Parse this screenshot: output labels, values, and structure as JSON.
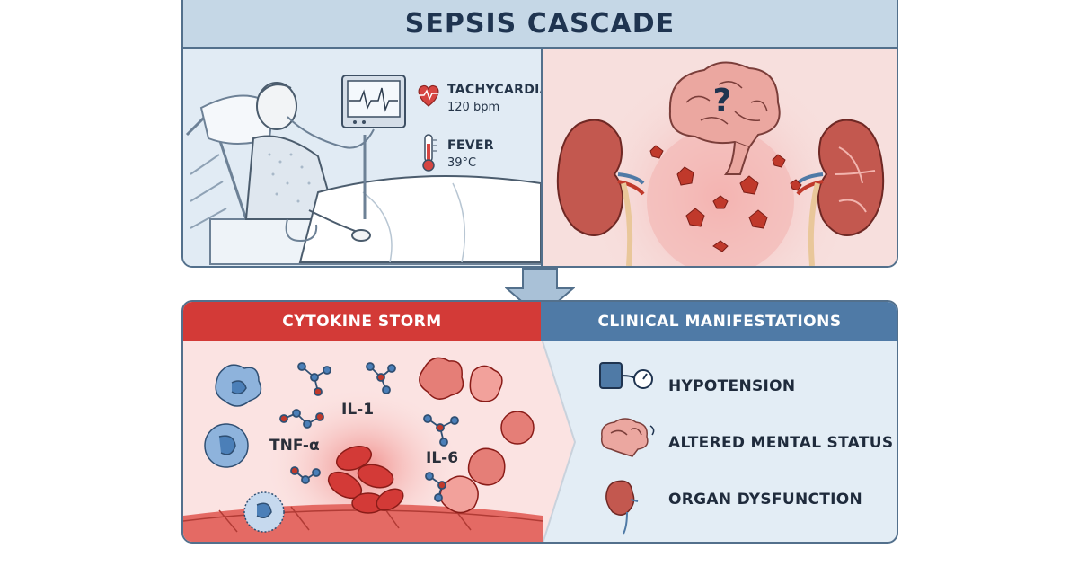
{
  "title": "SEPSIS CASCADE",
  "vitals": {
    "tachycardia": {
      "label": "TACHYCARDIA",
      "value": "120 bpm"
    },
    "fever": {
      "label": "FEVER",
      "value": "39°C"
    }
  },
  "cytokine_storm": {
    "header": "CYTOKINE STORM",
    "cytokines": [
      "IL-1",
      "TNF-α",
      "IL-6"
    ]
  },
  "clinical_manifestations": {
    "header": "CLINICAL MANIFESTATIONS",
    "items": [
      "HYPOTENSION",
      "ALTERED MENTAL STATUS",
      "ORGAN DYSFUNCTION"
    ]
  },
  "colors": {
    "title_bg": "#c5d7e6",
    "border": "#53708c",
    "cytokine_red": "#d33a37",
    "clinical_blue": "#4f7aa6",
    "panel_blue": "#e1ebf4",
    "panel_pink": "#f7dfdd"
  },
  "icons": [
    "heart-icon",
    "thermometer-icon",
    "monitor-icon",
    "brain-icon",
    "kidney-icon",
    "blood-pressure-cuff-icon"
  ]
}
